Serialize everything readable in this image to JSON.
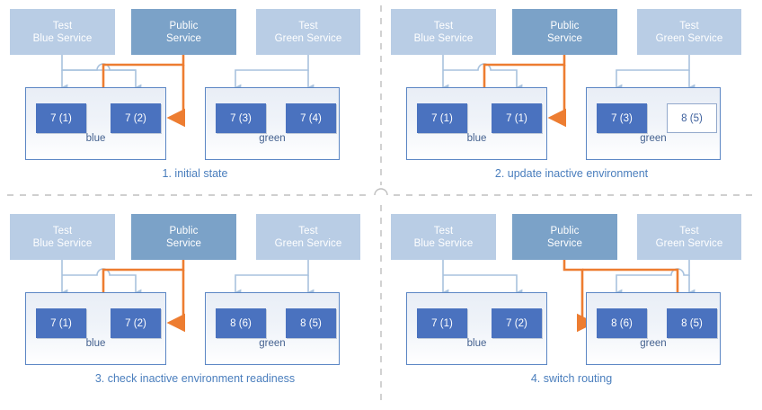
{
  "title": "Blue-Green Deployment Sequence",
  "colors": {
    "test_service_fill": "#b9cde5",
    "public_service_fill": "#7ba2c8",
    "pod_fill": "#4a72bf",
    "pod_outline_border": "#93a9cc",
    "env_border": "#5b86c4",
    "caption_text": "#4a7ebd",
    "routing_arrow": "#ed7d31",
    "test_arrow": "#a8c2de",
    "divider": "#bfbfbf"
  },
  "services": {
    "test_blue": {
      "line1": "Test",
      "line2": "Blue Service"
    },
    "public": {
      "line1": "Public",
      "line2": "Service"
    },
    "test_green": {
      "line1": "Test",
      "line2": "Green Service"
    }
  },
  "environments": {
    "blue_label": "blue",
    "green_label": "green"
  },
  "panels": [
    {
      "id": 1,
      "caption": "1. initial state",
      "blue_pods": [
        {
          "label": "7 (1)",
          "style": "filled"
        },
        {
          "label": "7 (2)",
          "style": "filled"
        }
      ],
      "green_pods": [
        {
          "label": "7 (3)",
          "style": "filled"
        },
        {
          "label": "7 (4)",
          "style": "filled"
        }
      ],
      "public_routes_to": "blue"
    },
    {
      "id": 2,
      "caption": "2. update inactive environment",
      "blue_pods": [
        {
          "label": "7 (1)",
          "style": "filled"
        },
        {
          "label": "7 (1)",
          "style": "filled"
        }
      ],
      "green_pods": [
        {
          "label": "7 (3)",
          "style": "filled"
        },
        {
          "label": "8 (5)",
          "style": "outline"
        }
      ],
      "public_routes_to": "blue"
    },
    {
      "id": 3,
      "caption": "3. check inactive environment readiness",
      "blue_pods": [
        {
          "label": "7 (1)",
          "style": "filled"
        },
        {
          "label": "7 (2)",
          "style": "filled"
        }
      ],
      "green_pods": [
        {
          "label": "8 (6)",
          "style": "filled"
        },
        {
          "label": "8 (5)",
          "style": "filled"
        }
      ],
      "public_routes_to": "blue"
    },
    {
      "id": 4,
      "caption": "4. switch routing",
      "blue_pods": [
        {
          "label": "7 (1)",
          "style": "filled"
        },
        {
          "label": "7 (2)",
          "style": "filled"
        }
      ],
      "green_pods": [
        {
          "label": "8 (6)",
          "style": "filled"
        },
        {
          "label": "8 (5)",
          "style": "filled"
        }
      ],
      "public_routes_to": "green"
    }
  ]
}
